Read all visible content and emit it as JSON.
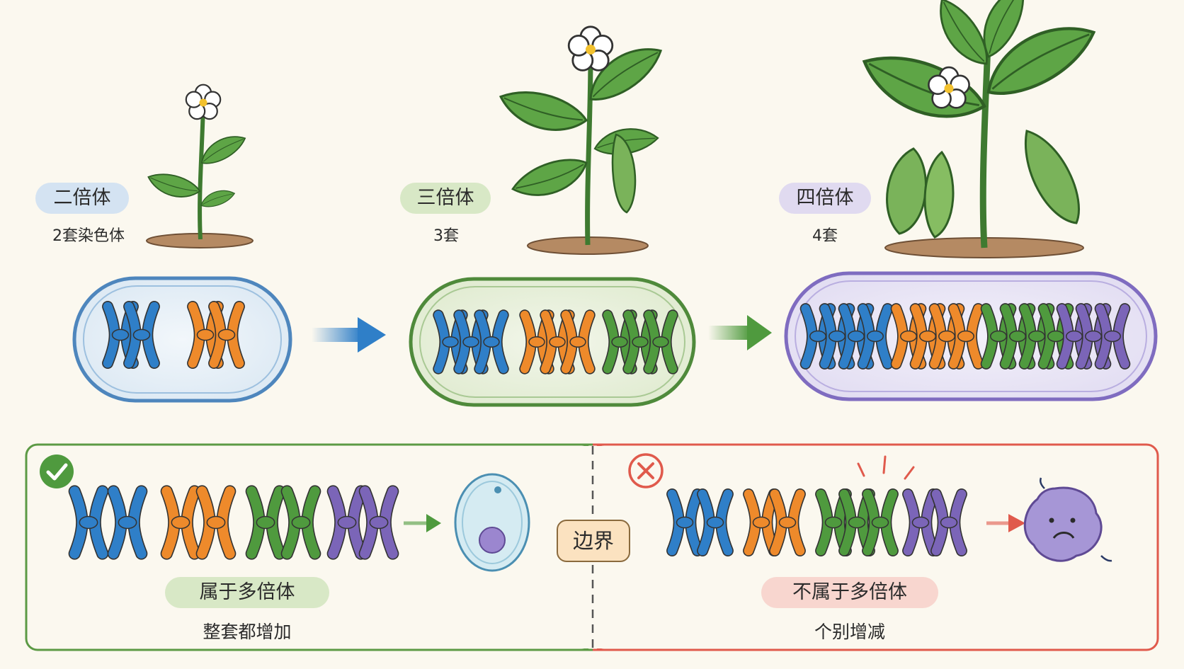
{
  "stages": [
    {
      "label": "二倍体",
      "count_text": "2套染色体",
      "sets": 2,
      "chromosome_colors": [
        "#2f7fc8",
        "#ee8a2b"
      ]
    },
    {
      "label": "三倍体",
      "count_text": "3套",
      "sets": 3,
      "chromosome_colors": [
        "#2f7fc8",
        "#ee8a2b",
        "#4f9a3e"
      ]
    },
    {
      "label": "四倍体",
      "count_text": "4套",
      "sets": 4,
      "chromosome_colors": [
        "#2f7fc8",
        "#ee8a2b",
        "#4f9a3e",
        "#7b65b8"
      ]
    }
  ],
  "bottom": {
    "left": {
      "title": "属于多倍体",
      "subtitle": "整套都增加",
      "mark": "check-icon"
    },
    "divider_label": "边界",
    "right": {
      "title": "不属于多倍体",
      "subtitle": "个别增减",
      "mark": "cross-icon"
    }
  },
  "colors": {
    "blue": "#2f7fc8",
    "orange": "#ee8a2b",
    "green": "#4f9a3e",
    "purple": "#7b65b8",
    "ok": "#4f9a3e",
    "bad": "#e05a4c"
  }
}
